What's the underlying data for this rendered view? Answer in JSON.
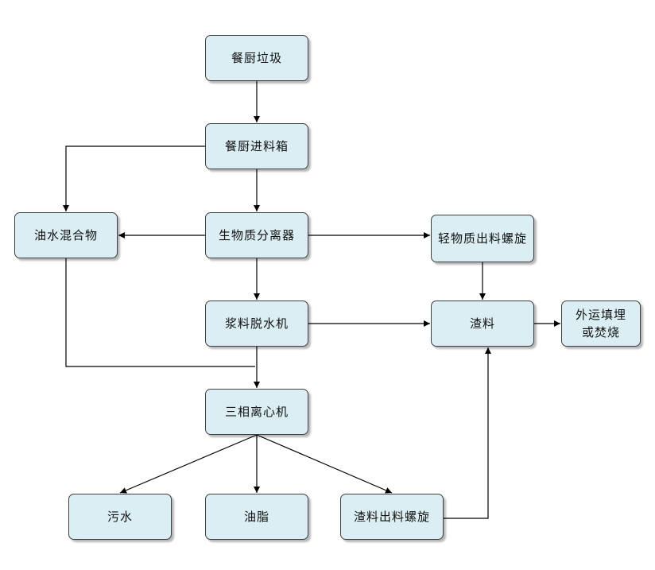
{
  "diagram": {
    "nodes": {
      "kitchen_waste": "餐厨垃圾",
      "feed_box": "餐厨进料箱",
      "oil_water_mixture": "油水混合物",
      "biomass_separator": "生物质分离器",
      "light_matter_screw": "轻物质出料螺旋",
      "slurry_dewaterer": "浆料脱水机",
      "residue": "渣料",
      "disposal_line1": "外运填埋",
      "disposal_line2": "或焚烧",
      "three_phase_centrifuge": "三相离心机",
      "sewage": "污水",
      "grease": "油脂",
      "residue_screw": "渣料出料螺旋"
    },
    "edges": [
      {
        "from": "kitchen_waste",
        "to": "feed_box"
      },
      {
        "from": "feed_box",
        "to": "biomass_separator"
      },
      {
        "from": "feed_box",
        "to": "oil_water_mixture"
      },
      {
        "from": "biomass_separator",
        "to": "oil_water_mixture"
      },
      {
        "from": "biomass_separator",
        "to": "light_matter_screw"
      },
      {
        "from": "biomass_separator",
        "to": "slurry_dewaterer"
      },
      {
        "from": "light_matter_screw",
        "to": "residue"
      },
      {
        "from": "slurry_dewaterer",
        "to": "residue"
      },
      {
        "from": "residue",
        "to": "disposal"
      },
      {
        "from": "oil_water_mixture",
        "to": "three_phase_centrifuge"
      },
      {
        "from": "slurry_dewaterer",
        "to": "three_phase_centrifuge"
      },
      {
        "from": "three_phase_centrifuge",
        "to": "sewage"
      },
      {
        "from": "three_phase_centrifuge",
        "to": "grease"
      },
      {
        "from": "three_phase_centrifuge",
        "to": "residue_screw"
      },
      {
        "from": "residue_screw",
        "to": "residue"
      }
    ]
  },
  "colors": {
    "node_fill": "#dbeef3",
    "node_border": "#3f3f3f",
    "connector": "#000000"
  }
}
